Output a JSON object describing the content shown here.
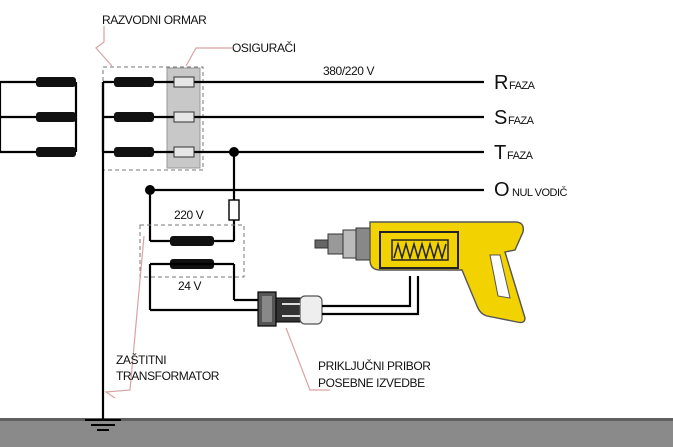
{
  "labels": {
    "razvodni_ormar": "RAZVODNI ORMAR",
    "osiguraci": "OSIGURAČI",
    "voltage_main": "380/220 V",
    "voltage_primary": "220 V",
    "voltage_secondary": "24 V",
    "zastitni_line1": "ZAŠTITNI",
    "zastitni_line2": "TRANSFORMATOR",
    "prikljucni_line1": "PRIKLJUČNI PRIBOR",
    "prikljucni_line2": "POSEBNE IZVEDBE"
  },
  "lines": [
    {
      "letter": "R",
      "name": "FAZA"
    },
    {
      "letter": "S",
      "name": "FAZA"
    },
    {
      "letter": "T",
      "name": "FAZA"
    },
    {
      "letter": "O",
      "name": "NUL VODIČ"
    }
  ],
  "colors": {
    "drill_body": "#f2d200",
    "fuse_panel": "#c8c8c8",
    "ground": "#8a8a8a",
    "callout": "#d9a3a3"
  }
}
